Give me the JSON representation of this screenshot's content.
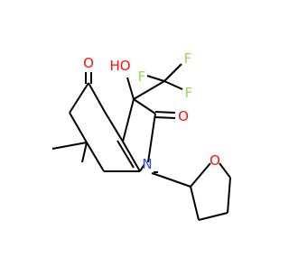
{
  "colors": {
    "bond": "#000000",
    "oxygen": "#ff0d0d",
    "nitrogen": "#3050f8",
    "fluorine": "#90e050",
    "background": "#ffffff"
  },
  "atom_labels": {
    "o_ketone": "O",
    "oh": "HO",
    "f_top": "F",
    "f_left": "F",
    "f_right": "F",
    "o_lactam": "O",
    "n_ring": "N",
    "o_thf": "O"
  }
}
